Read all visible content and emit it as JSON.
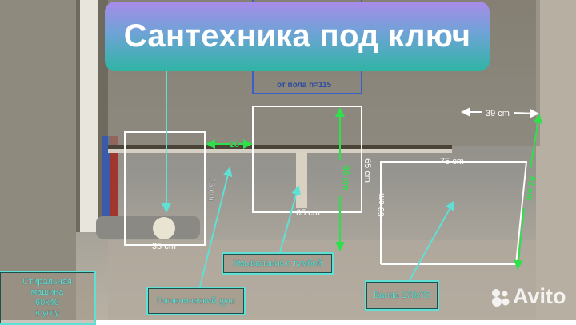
{
  "title": "Сантехника под ключ",
  "height_note": "от пола h=115",
  "dimensions": {
    "toilet_height": "75 cm",
    "toilet_width": "35 cm",
    "gap": "20",
    "sink_height": "65 cm",
    "sink_width": "65 cm",
    "sink_riser": "86 cm",
    "bath_width": "75 cm",
    "bath_height": "60 cm",
    "bath_offset": "39 cm",
    "bath_riser": "82 cm"
  },
  "labels": {
    "shower": "Гигиенический душ",
    "sink": "Умывальник с тумбой",
    "bath": "Ванна 170х75",
    "washer_1": "Стиральная",
    "washer_2": "машина",
    "washer_3": "60х40",
    "washer_4": "в углу"
  },
  "watermark": "Avito",
  "colors": {
    "annotation_white": "#ffffff",
    "measure_green": "#2ee04a",
    "pointer_cyan": "#5fe0d5",
    "banner_top": "#a98be9",
    "banner_bottom": "#2fb4a4"
  }
}
